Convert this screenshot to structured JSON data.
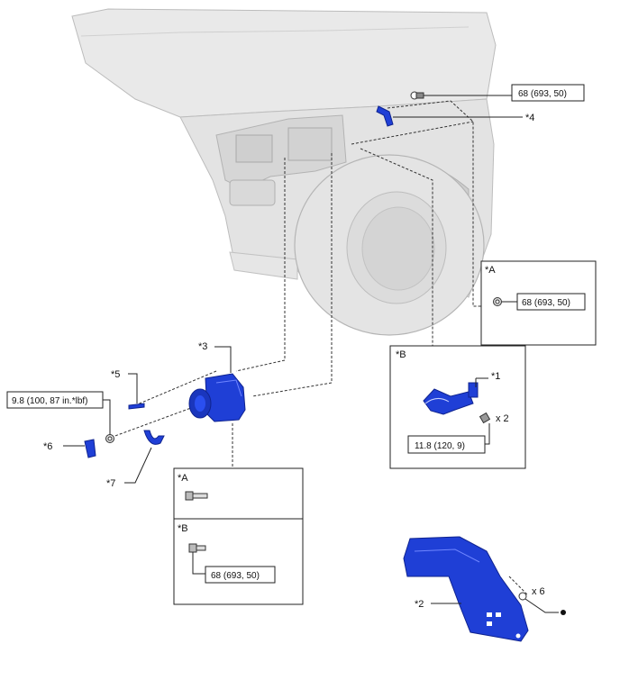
{
  "colors": {
    "part_blue": "#1f3fd6",
    "part_blue_dark": "#0f238f",
    "vehicle_gray": "#e2e2e2",
    "vehicle_line": "#b9b9b9"
  },
  "labels": {
    "torque_bolt_top": "68 (693, 50)",
    "part4": "*4",
    "insetA_title": "*A",
    "insetA_torque": "68 (693, 50)",
    "insetB_title": "*B",
    "part1": "*1",
    "insetB_qty": "x 2",
    "insetB_torque": "11.8 (120, 9)",
    "part3": "*3",
    "part5": "*5",
    "torque_nut_left": "9.8 (100, 87 in.*lbf)",
    "part6": "*6",
    "part7": "*7",
    "lower_A_title": "*A",
    "lower_B_title": "*B",
    "lower_B_torque": "68 (693, 50)",
    "part2": "*2",
    "part2_qty": "x 6"
  }
}
